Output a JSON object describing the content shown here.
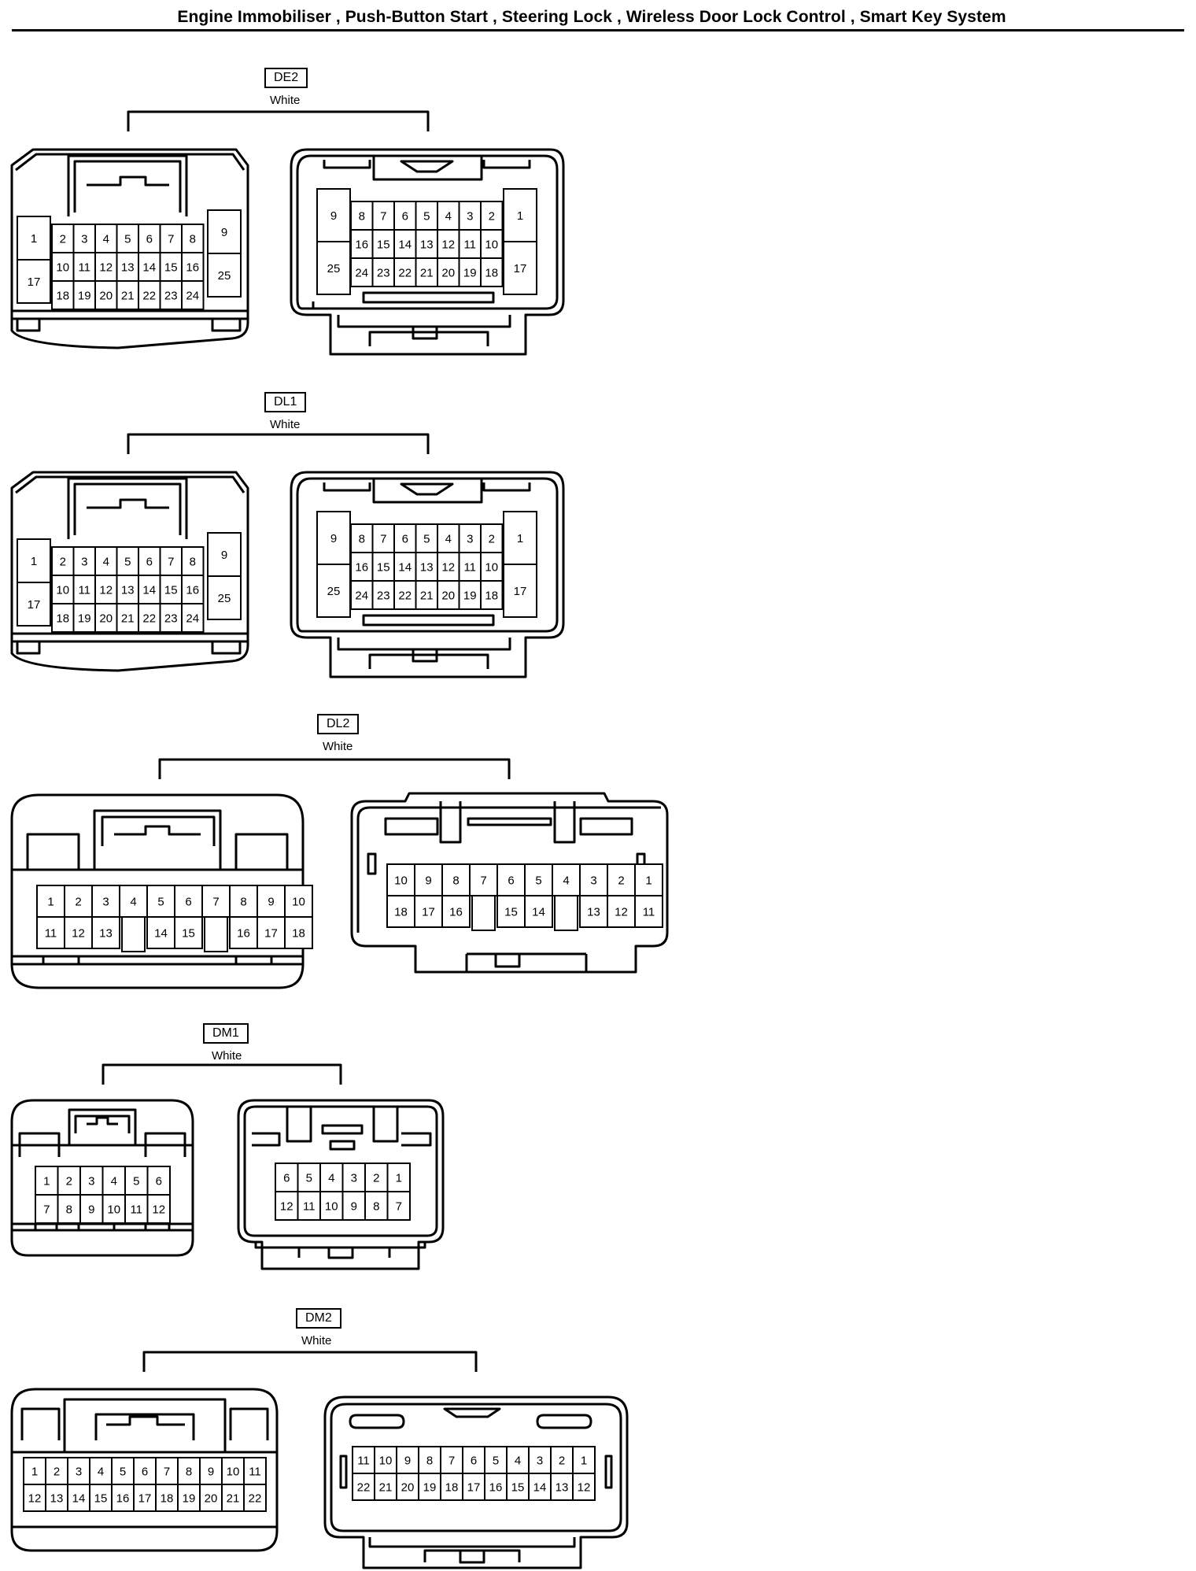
{
  "title": "Engine Immobiliser , Push-Button Start , Steering Lock , Wireless Door Lock Control , Smart Key System",
  "connectors": [
    {
      "code": "DE2",
      "color": "White",
      "left_view": {
        "side_pins": [
          [
            "1",
            "17"
          ],
          [
            "9",
            "25"
          ]
        ],
        "rows": [
          [
            "2",
            "3",
            "4",
            "5",
            "6",
            "7",
            "8"
          ],
          [
            "10",
            "11",
            "12",
            "13",
            "14",
            "15",
            "16"
          ],
          [
            "18",
            "19",
            "20",
            "21",
            "22",
            "23",
            "24"
          ]
        ]
      },
      "right_view": {
        "side_pins": [
          [
            "9",
            "25"
          ],
          [
            "1",
            "17"
          ]
        ],
        "rows": [
          [
            "8",
            "7",
            "6",
            "5",
            "4",
            "3",
            "2"
          ],
          [
            "16",
            "15",
            "14",
            "13",
            "12",
            "11",
            "10"
          ],
          [
            "24",
            "23",
            "22",
            "21",
            "20",
            "19",
            "18"
          ]
        ]
      }
    },
    {
      "code": "DL1",
      "color": "White",
      "left_view": {
        "side_pins": [
          [
            "1",
            "17"
          ],
          [
            "9",
            "25"
          ]
        ],
        "rows": [
          [
            "2",
            "3",
            "4",
            "5",
            "6",
            "7",
            "8"
          ],
          [
            "10",
            "11",
            "12",
            "13",
            "14",
            "15",
            "16"
          ],
          [
            "18",
            "19",
            "20",
            "21",
            "22",
            "23",
            "24"
          ]
        ]
      },
      "right_view": {
        "side_pins": [
          [
            "9",
            "25"
          ],
          [
            "1",
            "17"
          ]
        ],
        "rows": [
          [
            "8",
            "7",
            "6",
            "5",
            "4",
            "3",
            "2"
          ],
          [
            "16",
            "15",
            "14",
            "13",
            "12",
            "11",
            "10"
          ],
          [
            "24",
            "23",
            "22",
            "21",
            "20",
            "19",
            "18"
          ]
        ]
      }
    },
    {
      "code": "DL2",
      "color": "White",
      "left_view": {
        "rows": [
          [
            "1",
            "2",
            "3",
            "4",
            "5",
            "6",
            "7",
            "8",
            "9",
            "10"
          ],
          [
            "11",
            "12",
            "13",
            "",
            "14",
            "15",
            "",
            "16",
            "17",
            "18"
          ]
        ]
      },
      "right_view": {
        "rows": [
          [
            "10",
            "9",
            "8",
            "7",
            "6",
            "5",
            "4",
            "3",
            "2",
            "1"
          ],
          [
            "18",
            "17",
            "16",
            "",
            "15",
            "14",
            "",
            "13",
            "12",
            "11"
          ]
        ]
      }
    },
    {
      "code": "DM1",
      "color": "White",
      "left_view": {
        "rows": [
          [
            "1",
            "2",
            "3",
            "4",
            "5",
            "6"
          ],
          [
            "7",
            "8",
            "9",
            "10",
            "11",
            "12"
          ]
        ]
      },
      "right_view": {
        "rows": [
          [
            "6",
            "5",
            "4",
            "3",
            "2",
            "1"
          ],
          [
            "12",
            "11",
            "10",
            "9",
            "8",
            "7"
          ]
        ]
      }
    },
    {
      "code": "DM2",
      "color": "White",
      "left_view": {
        "rows": [
          [
            "1",
            "2",
            "3",
            "4",
            "5",
            "6",
            "7",
            "8",
            "9",
            "10",
            "11"
          ],
          [
            "12",
            "13",
            "14",
            "15",
            "16",
            "17",
            "18",
            "19",
            "20",
            "21",
            "22"
          ]
        ]
      },
      "right_view": {
        "rows": [
          [
            "11",
            "10",
            "9",
            "8",
            "7",
            "6",
            "5",
            "4",
            "3",
            "2",
            "1"
          ],
          [
            "22",
            "21",
            "20",
            "19",
            "18",
            "17",
            "16",
            "15",
            "14",
            "13",
            "12"
          ]
        ]
      }
    }
  ]
}
